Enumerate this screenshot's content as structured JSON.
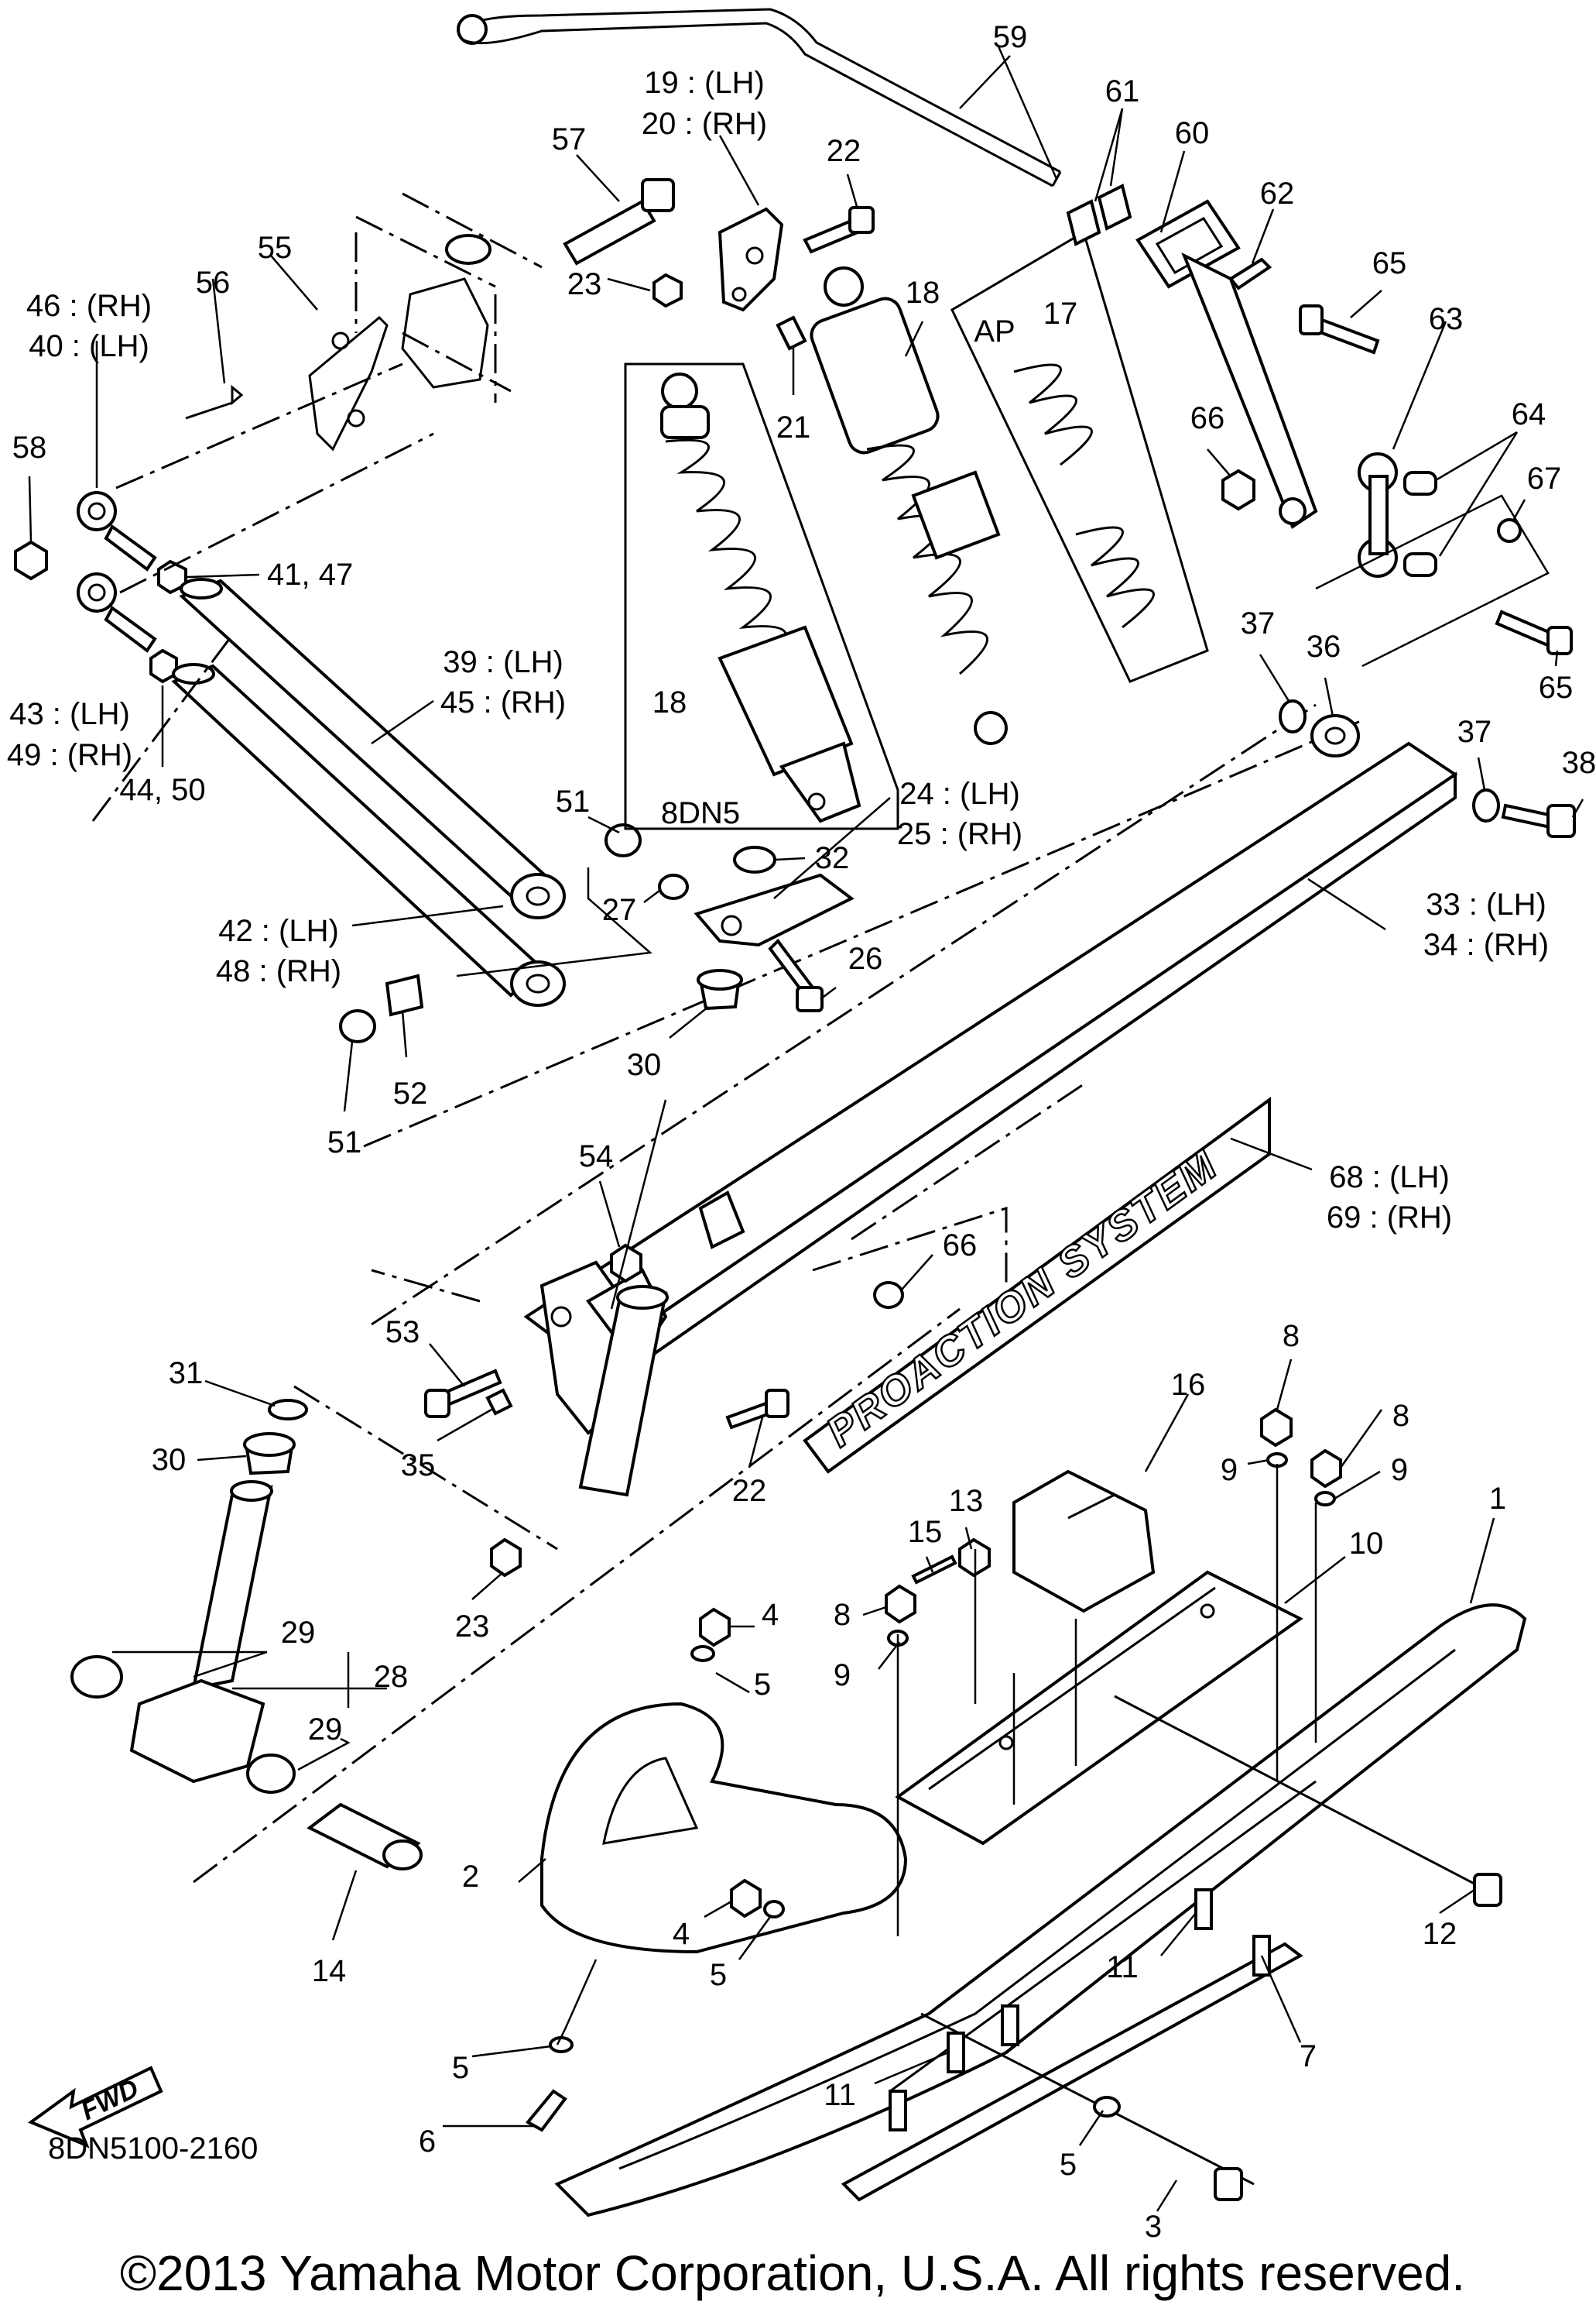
{
  "diagram": {
    "drawing_code": "8DN5100-2160",
    "copyright": "©2013 Yamaha Motor Corporation, U.S.A. All rights reserved.",
    "decal_text": "PROACTION SYSTEM",
    "fwd_text": "FWD",
    "shock_box_label": "8DN5",
    "spring_box_label": "AP",
    "callouts": [
      {
        "id": "c59",
        "text": "59"
      },
      {
        "id": "c19",
        "text": "19 : (LH)"
      },
      {
        "id": "c20",
        "text": "20 : (RH)"
      },
      {
        "id": "c61",
        "text": "61"
      },
      {
        "id": "c60",
        "text": "60"
      },
      {
        "id": "c57",
        "text": "57"
      },
      {
        "id": "c22a",
        "text": "22"
      },
      {
        "id": "c62",
        "text": "62"
      },
      {
        "id": "c55",
        "text": "55"
      },
      {
        "id": "c56",
        "text": "56"
      },
      {
        "id": "c46",
        "text": "46 : (RH)"
      },
      {
        "id": "c40",
        "text": "40 : (LH)"
      },
      {
        "id": "c23a",
        "text": "23"
      },
      {
        "id": "c18a",
        "text": "18"
      },
      {
        "id": "cap",
        "text": "AP"
      },
      {
        "id": "c17",
        "text": "17"
      },
      {
        "id": "c65a",
        "text": "65"
      },
      {
        "id": "c63",
        "text": "63"
      },
      {
        "id": "c21",
        "text": "21"
      },
      {
        "id": "c58",
        "text": "58"
      },
      {
        "id": "c66a",
        "text": "66"
      },
      {
        "id": "c64",
        "text": "64"
      },
      {
        "id": "c67",
        "text": "67"
      },
      {
        "id": "c4147",
        "text": "41, 47"
      },
      {
        "id": "c37a",
        "text": "37"
      },
      {
        "id": "c36",
        "text": "36"
      },
      {
        "id": "c65b",
        "text": "65"
      },
      {
        "id": "c39",
        "text": "39 : (LH)"
      },
      {
        "id": "c45",
        "text": "45 : (RH)"
      },
      {
        "id": "c43",
        "text": "43 : (LH)"
      },
      {
        "id": "c49",
        "text": "49 : (RH)"
      },
      {
        "id": "c18b",
        "text": "18"
      },
      {
        "id": "c37b",
        "text": "37"
      },
      {
        "id": "c38",
        "text": "38"
      },
      {
        "id": "c4450",
        "text": "44, 50"
      },
      {
        "id": "c51a",
        "text": "51"
      },
      {
        "id": "c24",
        "text": "24 : (LH)"
      },
      {
        "id": "c25",
        "text": "25 : (RH)"
      },
      {
        "id": "c32",
        "text": "32"
      },
      {
        "id": "c33",
        "text": "33 : (LH)"
      },
      {
        "id": "c34",
        "text": "34 : (RH)"
      },
      {
        "id": "c27",
        "text": "27"
      },
      {
        "id": "c42",
        "text": "42 : (LH)"
      },
      {
        "id": "c48",
        "text": "48 : (RH)"
      },
      {
        "id": "c26",
        "text": "26"
      },
      {
        "id": "c30a",
        "text": "30"
      },
      {
        "id": "c52",
        "text": "52"
      },
      {
        "id": "c51b",
        "text": "51"
      },
      {
        "id": "c54",
        "text": "54"
      },
      {
        "id": "c68",
        "text": "68 : (LH)"
      },
      {
        "id": "c69",
        "text": "69 : (RH)"
      },
      {
        "id": "c66b",
        "text": "66"
      },
      {
        "id": "c53",
        "text": "53"
      },
      {
        "id": "c8a",
        "text": "8"
      },
      {
        "id": "c31",
        "text": "31"
      },
      {
        "id": "c16",
        "text": "16"
      },
      {
        "id": "c8b",
        "text": "8"
      },
      {
        "id": "c9a",
        "text": "9"
      },
      {
        "id": "c9b",
        "text": "9"
      },
      {
        "id": "c30b",
        "text": "30"
      },
      {
        "id": "c22b",
        "text": "22"
      },
      {
        "id": "c35",
        "text": "35"
      },
      {
        "id": "c15",
        "text": "15"
      },
      {
        "id": "c13",
        "text": "13"
      },
      {
        "id": "c1",
        "text": "1"
      },
      {
        "id": "c10",
        "text": "10"
      },
      {
        "id": "c8c",
        "text": "8"
      },
      {
        "id": "c23b",
        "text": "23"
      },
      {
        "id": "c9c",
        "text": "9"
      },
      {
        "id": "c4a",
        "text": "4"
      },
      {
        "id": "c29a",
        "text": "29"
      },
      {
        "id": "c5a",
        "text": "5"
      },
      {
        "id": "c28",
        "text": "28"
      },
      {
        "id": "c29b",
        "text": "29"
      },
      {
        "id": "c2",
        "text": "2"
      },
      {
        "id": "c12",
        "text": "12"
      },
      {
        "id": "c14",
        "text": "14"
      },
      {
        "id": "c4b",
        "text": "4"
      },
      {
        "id": "c5b",
        "text": "5"
      },
      {
        "id": "c11a",
        "text": "11"
      },
      {
        "id": "c7",
        "text": "7"
      },
      {
        "id": "c5c",
        "text": "5"
      },
      {
        "id": "c11b",
        "text": "11"
      },
      {
        "id": "c6",
        "text": "6"
      },
      {
        "id": "c5d",
        "text": "5"
      },
      {
        "id": "c3",
        "text": "3"
      }
    ]
  }
}
